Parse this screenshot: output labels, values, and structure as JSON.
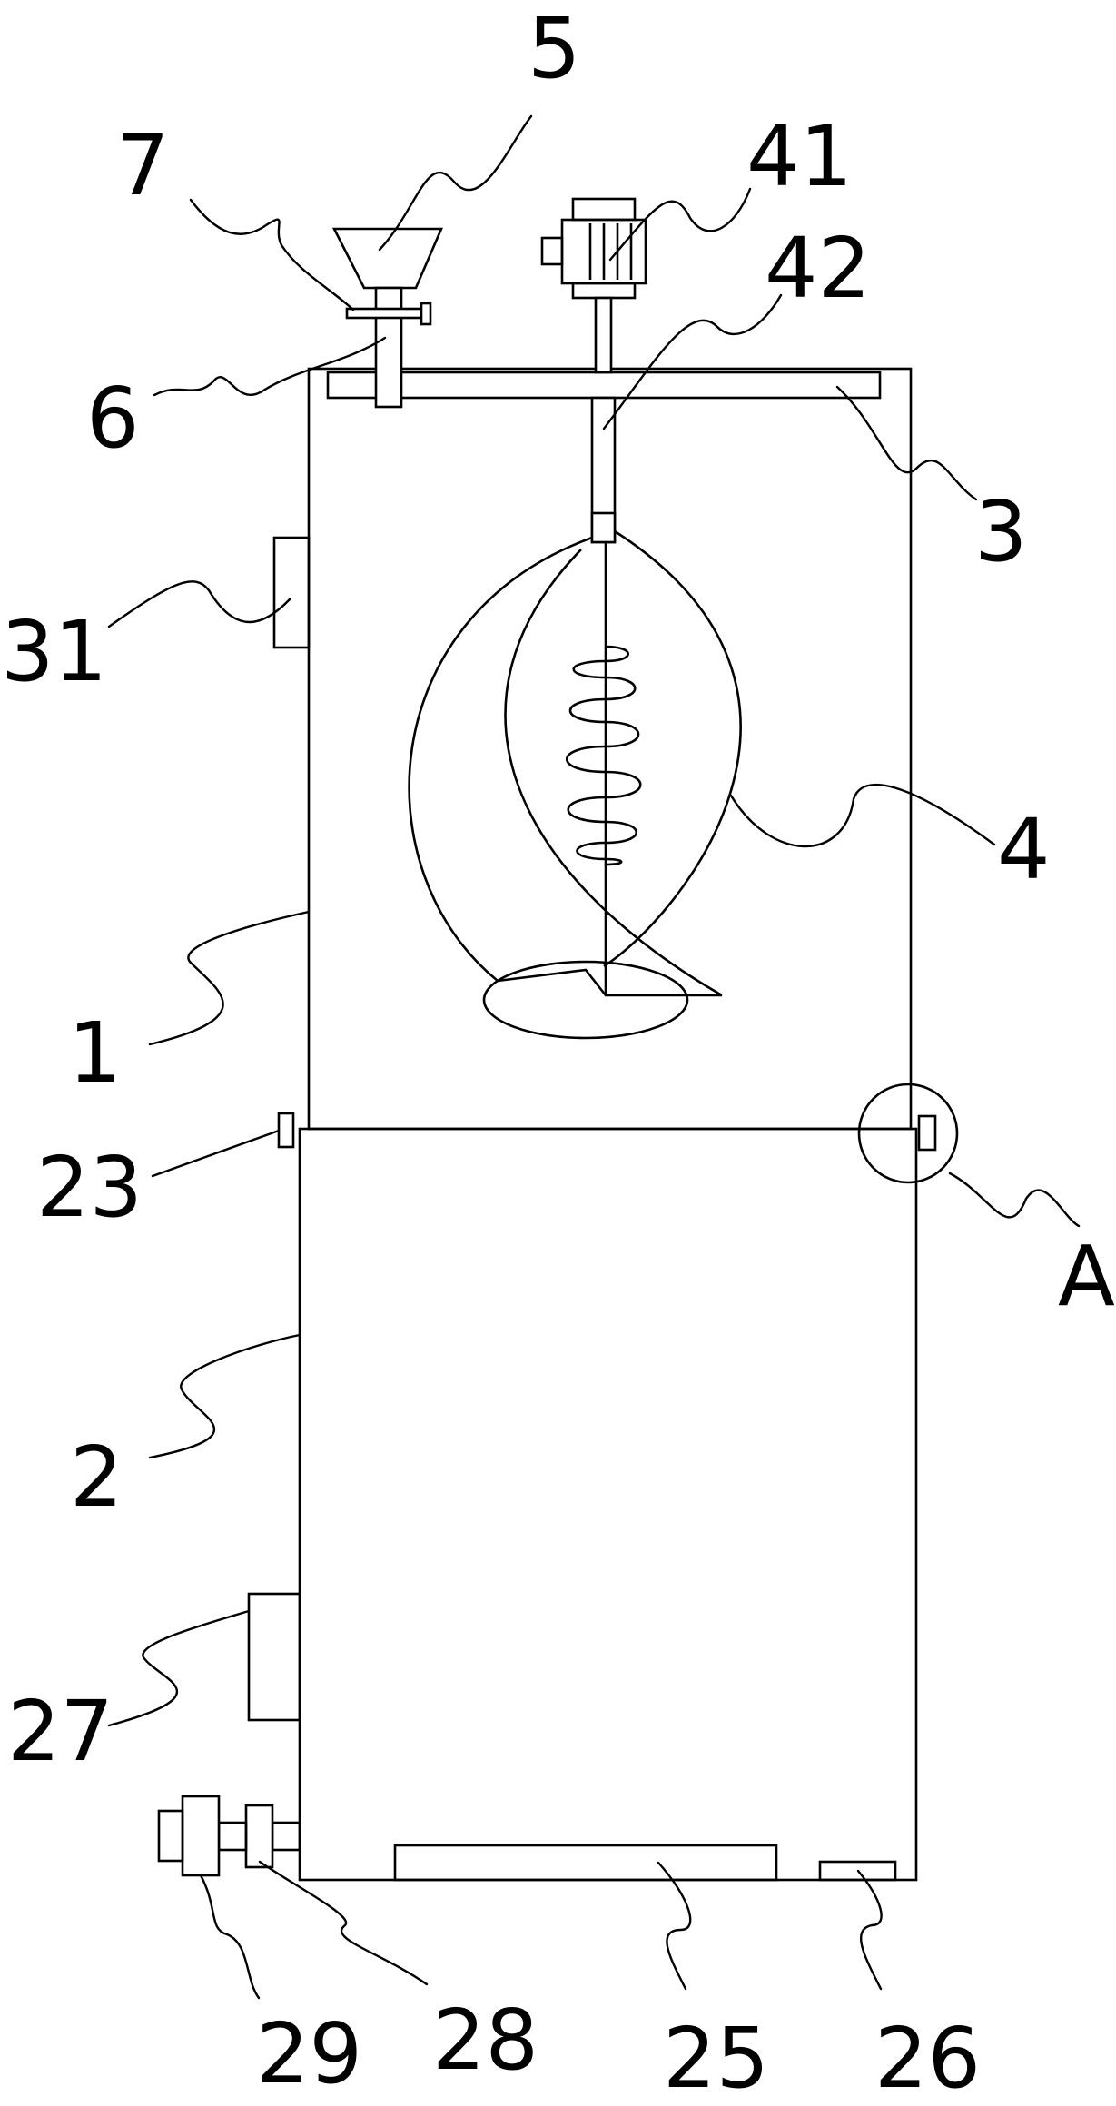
{
  "labels": {
    "l1": "1",
    "l2": "2",
    "l3": "3",
    "l4": "4",
    "l5": "5",
    "l6": "6",
    "l7": "7",
    "l23": "23",
    "l25": "25",
    "l26": "26",
    "l27": "27",
    "l28": "28",
    "l29": "29",
    "l31": "31",
    "l41": "41",
    "l42": "42",
    "lA": "A"
  },
  "colors": {
    "line": "#000000",
    "background": "#ffffff"
  }
}
